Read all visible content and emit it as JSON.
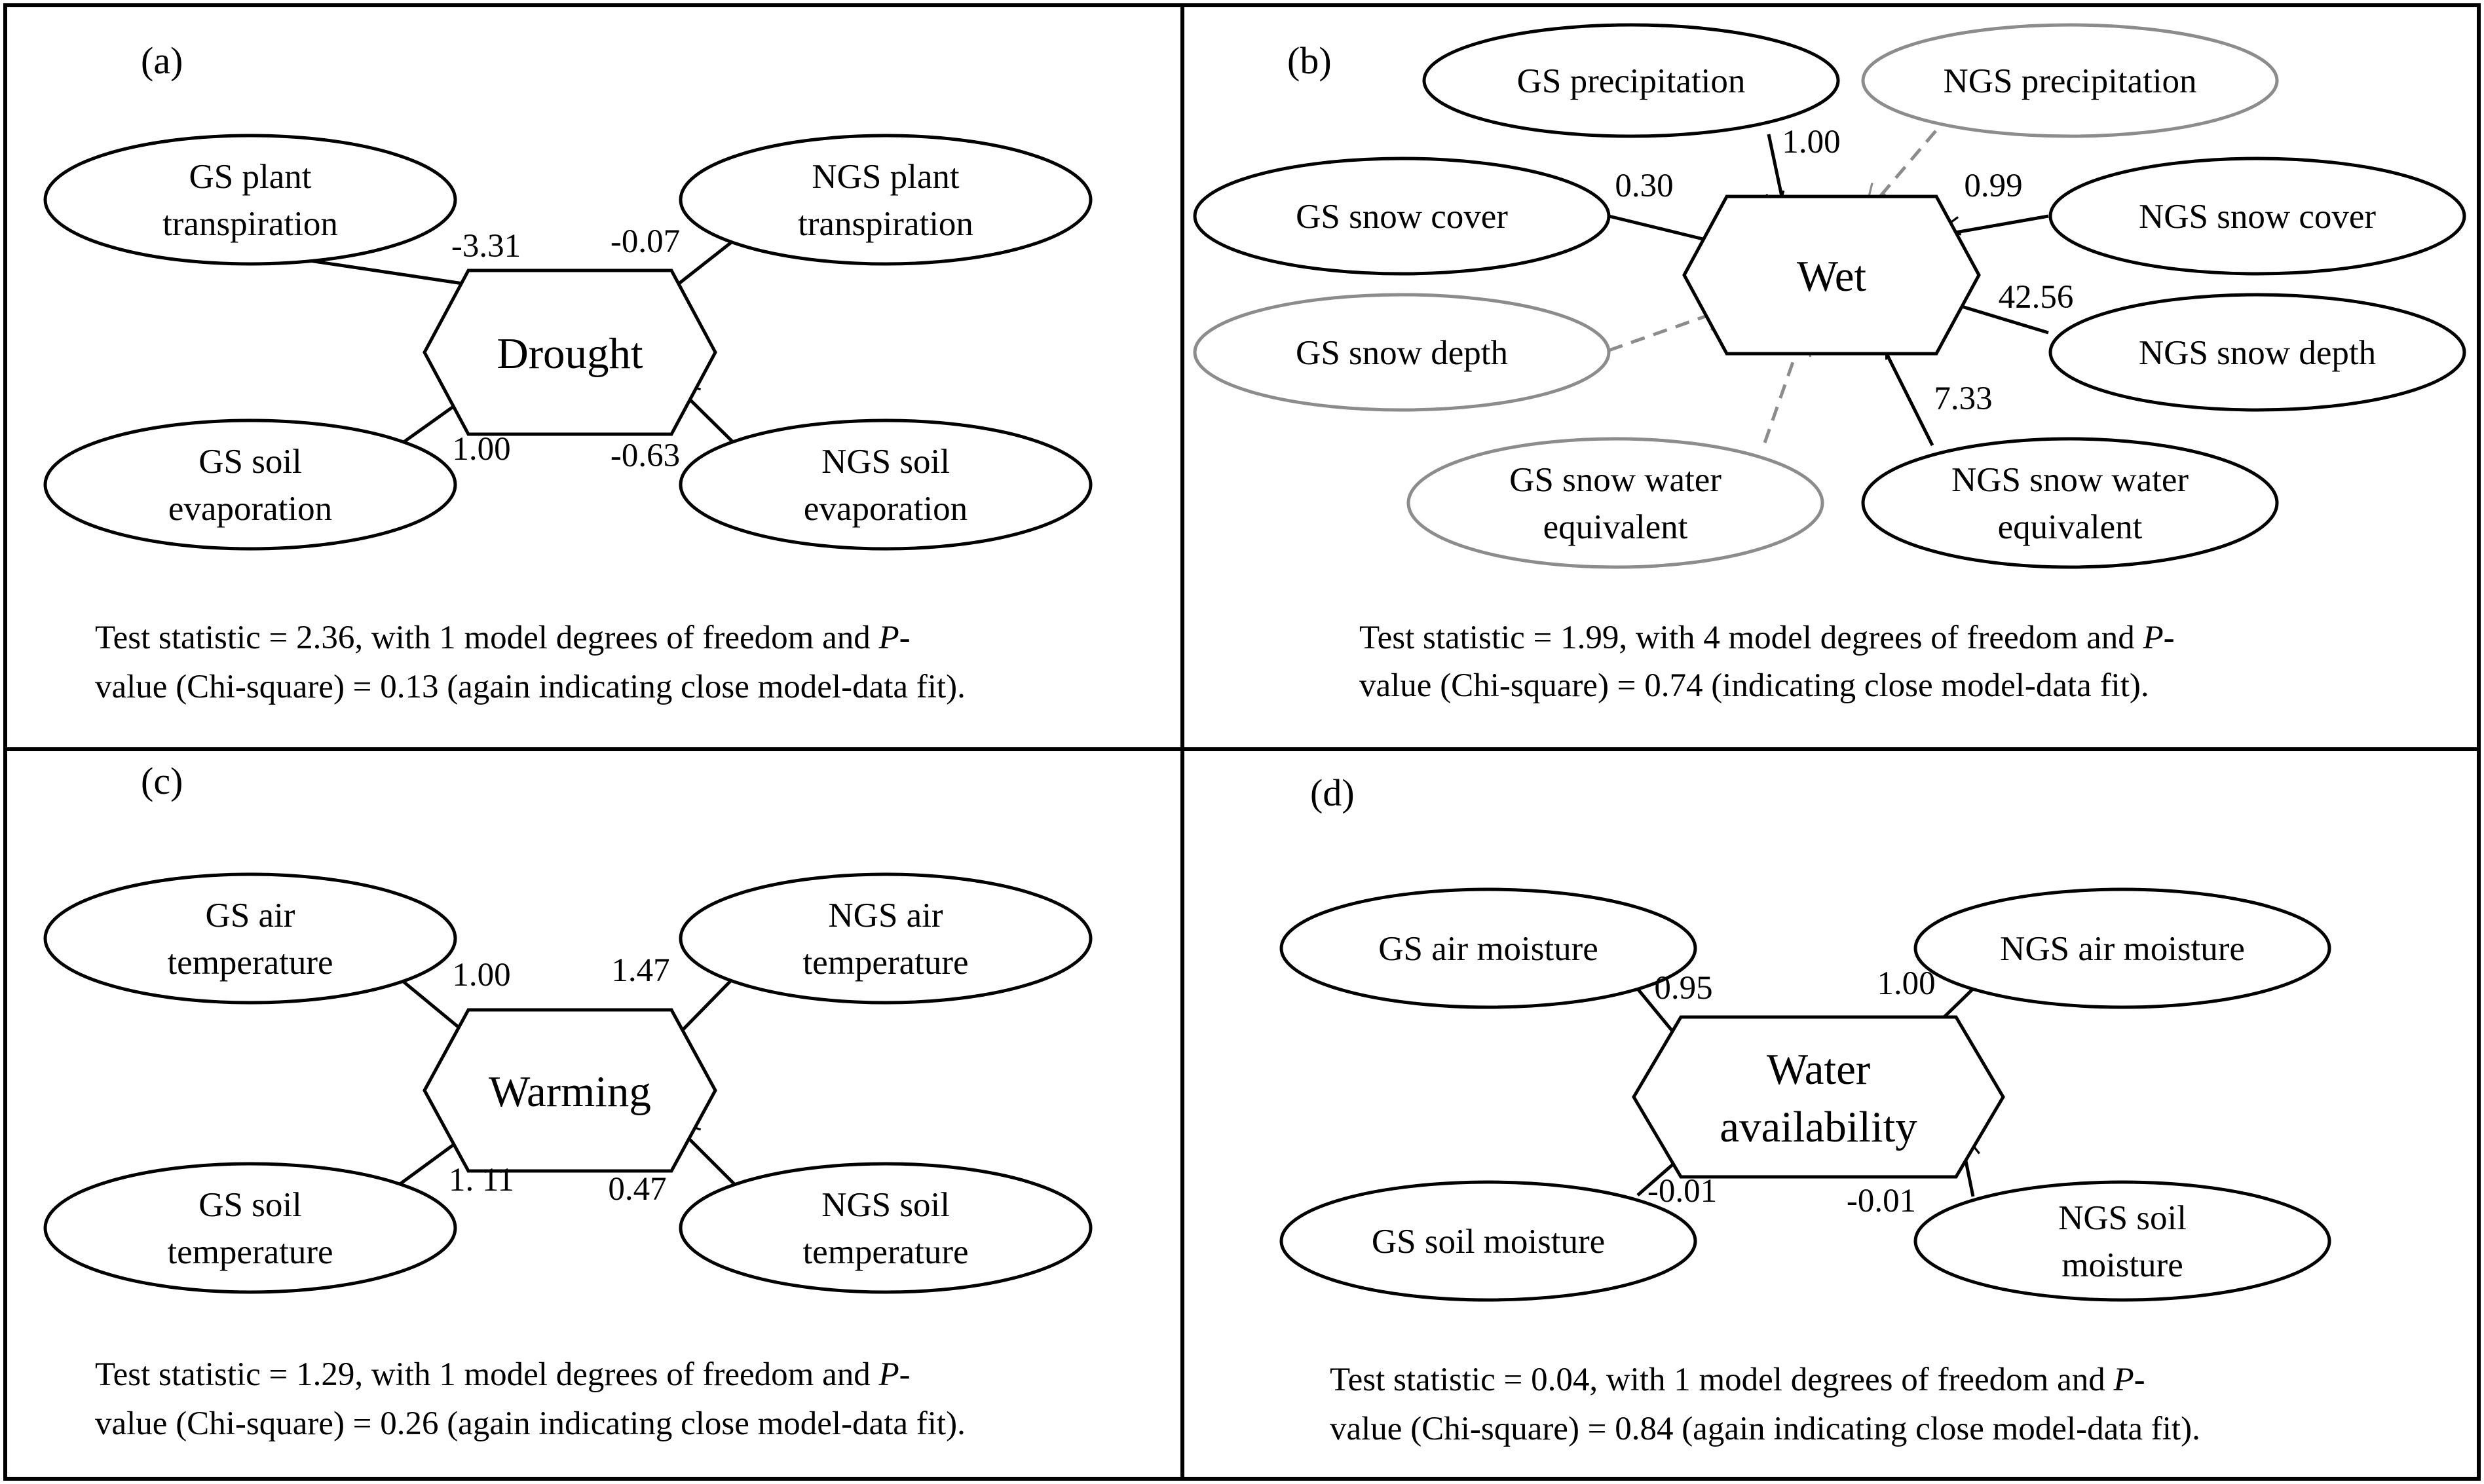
{
  "colors": {
    "solid": "#000000",
    "gray": "#8c8c8c"
  },
  "panels": [
    {
      "id": "a",
      "label": "(a)",
      "center": {
        "lines": [
          "Drought"
        ]
      },
      "nodes": [
        {
          "id": "a1",
          "lines": [
            "GS plant",
            "transpiration"
          ],
          "style": "solid",
          "coef": "-3.31"
        },
        {
          "id": "a2",
          "lines": [
            "NGS plant",
            "transpiration"
          ],
          "style": "solid",
          "coef": "-0.07"
        },
        {
          "id": "a3",
          "lines": [
            "GS soil",
            "evaporation"
          ],
          "style": "solid",
          "coef": "1.00"
        },
        {
          "id": "a4",
          "lines": [
            "NGS soil",
            "evaporation"
          ],
          "style": "solid",
          "coef": "-0.63"
        }
      ],
      "stats": [
        "Test statistic = 2.36, with 1 model degrees of freedom and ",
        "P",
        "-",
        "value (Chi-square) = 0.13 (again indicating close model-data fit)."
      ]
    },
    {
      "id": "b",
      "label": "(b)",
      "center": {
        "lines": [
          "Wet"
        ]
      },
      "nodes": [
        {
          "id": "b1",
          "lines": [
            "GS precipitation"
          ],
          "style": "solid",
          "coef": "1.00"
        },
        {
          "id": "b2",
          "lines": [
            "NGS precipitation"
          ],
          "style": "gray",
          "coef": ""
        },
        {
          "id": "b3",
          "lines": [
            "GS snow cover"
          ],
          "style": "solid",
          "coef": "0.30"
        },
        {
          "id": "b4",
          "lines": [
            "NGS snow cover"
          ],
          "style": "solid",
          "coef": "0.99"
        },
        {
          "id": "b5",
          "lines": [
            "GS snow depth"
          ],
          "style": "gray",
          "coef": ""
        },
        {
          "id": "b6",
          "lines": [
            "NGS snow depth"
          ],
          "style": "solid",
          "coef": "42.56"
        },
        {
          "id": "b7",
          "lines": [
            "GS snow water",
            "equivalent"
          ],
          "style": "gray",
          "coef": ""
        },
        {
          "id": "b8",
          "lines": [
            "NGS snow water",
            "equivalent"
          ],
          "style": "solid",
          "coef": "7.33"
        }
      ],
      "stats": [
        "Test statistic = 1.99, with 4 model degrees of freedom and ",
        "P",
        "-",
        "value (Chi-square) = 0.74 (indicating close model-data fit)."
      ]
    },
    {
      "id": "c",
      "label": "(c)",
      "center": {
        "lines": [
          "Warming"
        ]
      },
      "nodes": [
        {
          "id": "c1",
          "lines": [
            "GS air",
            "temperature"
          ],
          "style": "solid",
          "coef": "1.00"
        },
        {
          "id": "c2",
          "lines": [
            "NGS air",
            "temperature"
          ],
          "style": "solid",
          "coef": "1.47"
        },
        {
          "id": "c3",
          "lines": [
            "GS soil",
            "temperature"
          ],
          "style": "solid",
          "coef": "1. 11"
        },
        {
          "id": "c4",
          "lines": [
            "NGS soil",
            "temperature"
          ],
          "style": "solid",
          "coef": "0.47"
        }
      ],
      "stats": [
        "Test statistic = 1.29, with 1 model degrees of freedom and ",
        "P",
        "-",
        "value (Chi-square) = 0.26 (again indicating close model-data fit)."
      ]
    },
    {
      "id": "d",
      "label": "(d)",
      "center": {
        "lines": [
          "Water",
          "availability"
        ]
      },
      "nodes": [
        {
          "id": "d1",
          "lines": [
            "GS air moisture"
          ],
          "style": "solid",
          "coef": "0.95"
        },
        {
          "id": "d2",
          "lines": [
            "NGS air moisture"
          ],
          "style": "solid",
          "coef": "1.00"
        },
        {
          "id": "d3",
          "lines": [
            "GS soil moisture"
          ],
          "style": "solid",
          "coef": "-0.01"
        },
        {
          "id": "d4",
          "lines": [
            "NGS soil",
            "moisture"
          ],
          "style": "solid",
          "coef": "-0.01"
        }
      ],
      "stats": [
        "Test statistic = 0.04, with 1 model degrees of freedom and ",
        "P",
        "-",
        "value (Chi-square) = 0.84 (again indicating close model-data fit)."
      ]
    }
  ]
}
